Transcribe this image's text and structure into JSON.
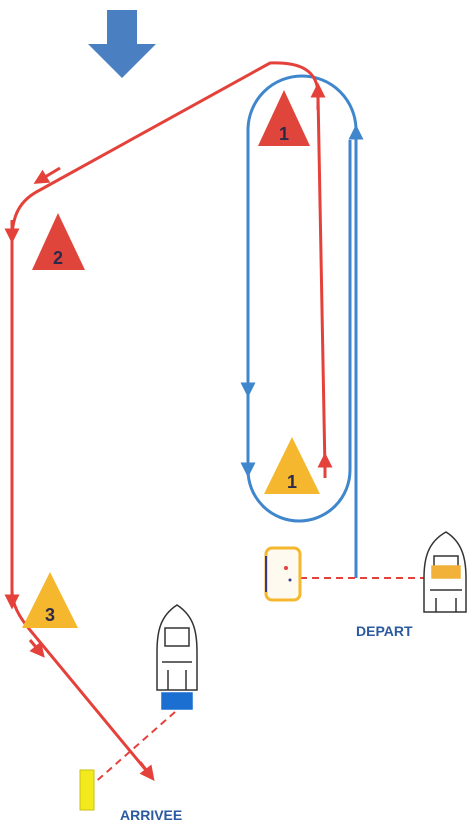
{
  "labels": {
    "depart": "DEPART",
    "arrivee": "ARRIVEE"
  },
  "marks": [
    {
      "num": "1",
      "color": "red"
    },
    {
      "num": "2",
      "color": "red"
    },
    {
      "num": "1",
      "color": "orange"
    },
    {
      "num": "3",
      "color": "orange"
    }
  ],
  "colors": {
    "red_route": "#e5413b",
    "blue_route": "#3f86cc",
    "wind_arrow": "#4a7fc1",
    "red_mark": "#e0453c",
    "orange_mark": "#f5b72e",
    "start_buoy": "#f5b72e",
    "finish_buoy": "#f2ea1c",
    "boat_blue_flag": "#1a6fd0",
    "boat_orange_flag": "#f2b23a"
  },
  "icons": [
    "wind-direction-arrow-icon",
    "boat-icon",
    "buoy-icon"
  ]
}
